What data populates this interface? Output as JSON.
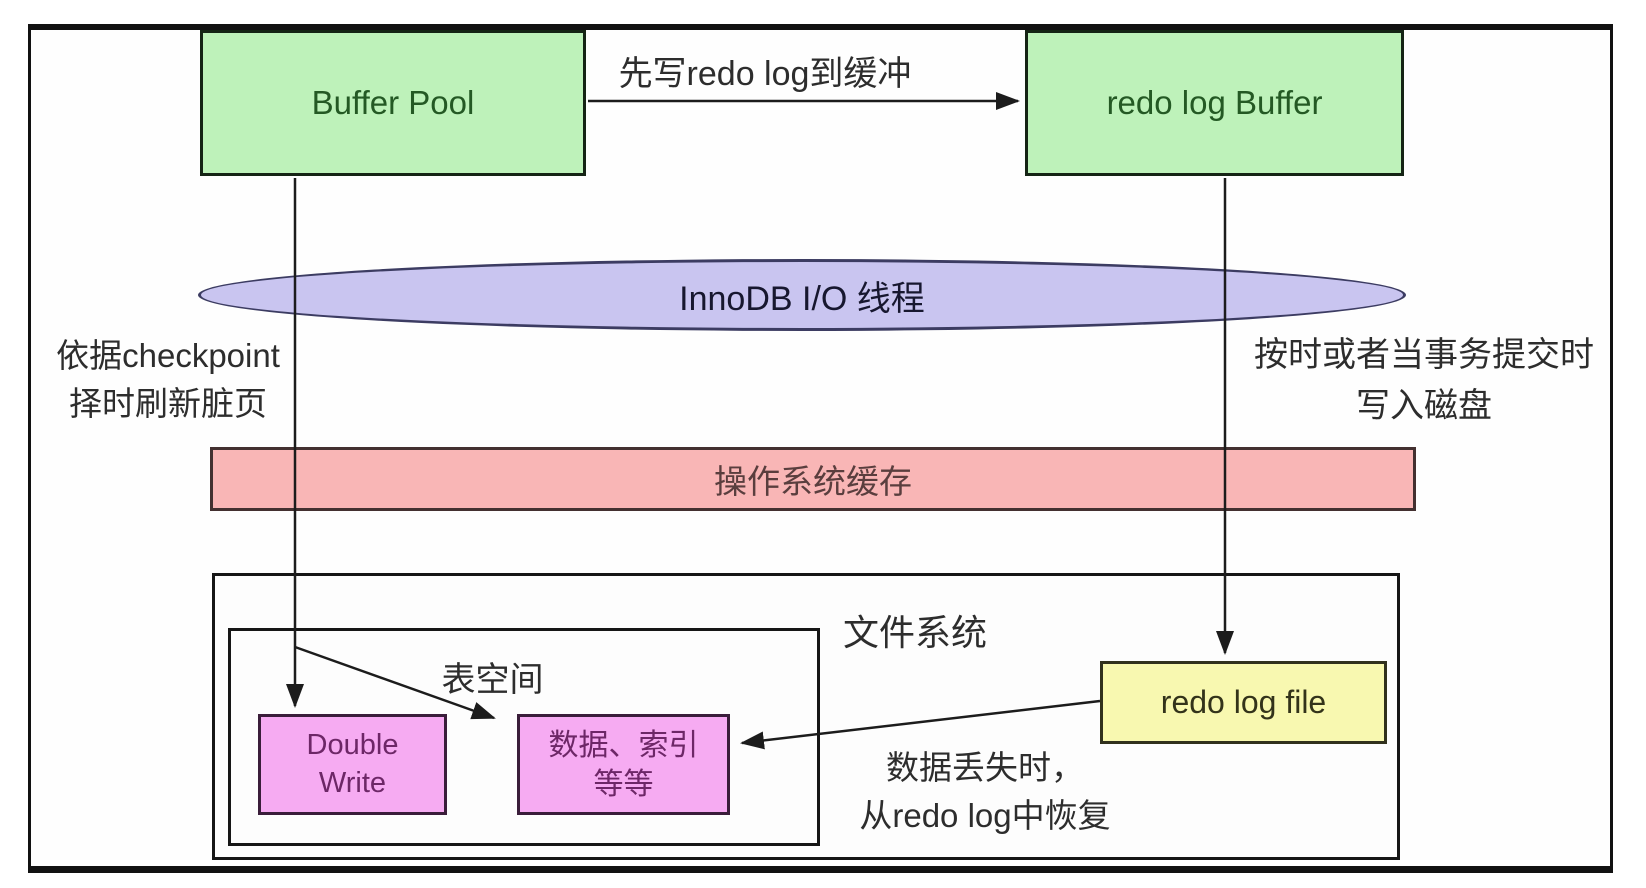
{
  "nodes": {
    "buffer_pool": {
      "label": "Buffer Pool"
    },
    "redo_log_buffer": {
      "label": "redo log Buffer"
    },
    "innodb_io_thread": {
      "label": "InnoDB I/O 线程"
    },
    "os_cache": {
      "label": "操作系统缓存"
    },
    "file_system": {
      "label": "文件系统"
    },
    "tablespace": {
      "label": "表空间"
    },
    "double_write": {
      "label": "Double\nWrite"
    },
    "data_index": {
      "label": "数据、索引\n等等"
    },
    "redo_log_file": {
      "label": "redo log file"
    }
  },
  "annotations": {
    "write_redo_to_buffer": "先写redo log到缓冲",
    "checkpoint_flush": "依据checkpoint\n择时刷新脏页",
    "commit_write_disk": "按时或者当事务提交时\n写入磁盘",
    "recover_from_redo": "数据丢失时，\n从redo log中恢复"
  },
  "colors": {
    "node_green": "#bef2ba",
    "node_lavender": "#c9c5f0",
    "node_pink": "#f9b6b6",
    "node_magenta": "#f6abf2",
    "node_yellow": "#f8f8b0",
    "frame_border": "#111111",
    "arrow_line": "#1c1c1c",
    "text_green": "#245924",
    "text_purple": "#6d2767",
    "text_maroon": "#5a3e3e"
  }
}
